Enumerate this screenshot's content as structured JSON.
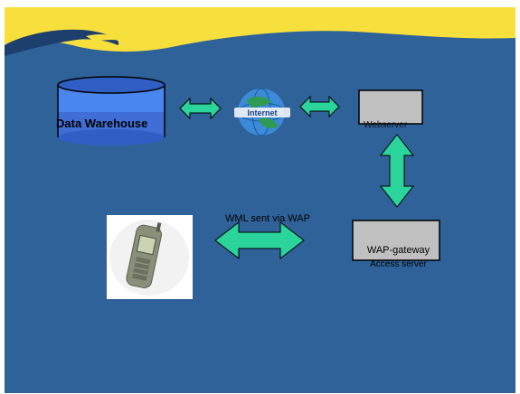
{
  "diagram": {
    "data_warehouse_label": "Data Warehouse",
    "webserver_label": "Webserver",
    "wml_label": "WML sent via WAP",
    "gateway_label_line1": "WAP-gateway",
    "gateway_label_line2": "Access server",
    "globe_text": "Internet"
  },
  "colors": {
    "background": "#2e6299",
    "wave": "#f7e03c",
    "arrow": "#2bd49a",
    "box": "#c0c0c0",
    "cylinder": "#3f6fd6"
  },
  "icons": [
    "globe-icon",
    "mobile-phone-icon"
  ]
}
